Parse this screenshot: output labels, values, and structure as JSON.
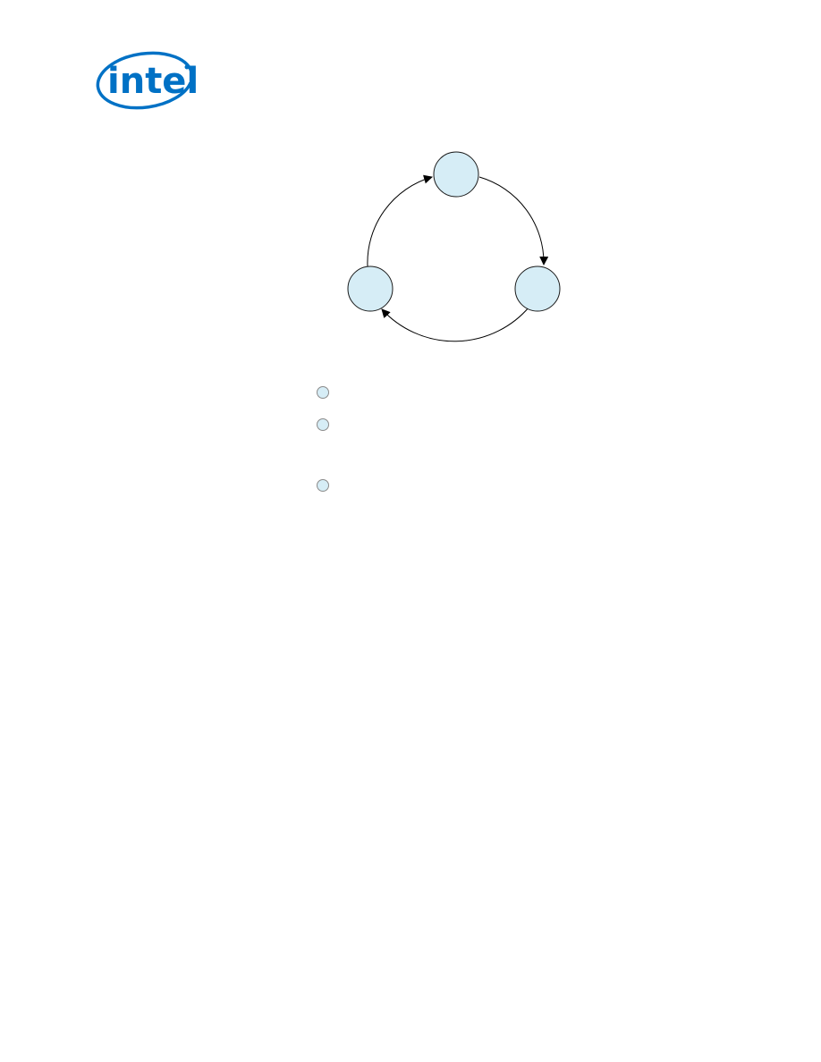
{
  "brand": {
    "name": "intel",
    "color": "#0071c5"
  },
  "diagram": {
    "node_fill": "#d6edf6",
    "node_stroke": "#1a1a1a",
    "edge_color": "#000000",
    "nodes": [
      {
        "id": "top",
        "label": ""
      },
      {
        "id": "right",
        "label": ""
      },
      {
        "id": "left",
        "label": ""
      }
    ],
    "edges": [
      {
        "from": "left",
        "to": "top"
      },
      {
        "from": "top",
        "to": "right"
      },
      {
        "from": "right",
        "to": "left"
      }
    ]
  },
  "legend": {
    "items": [
      {
        "label": ""
      },
      {
        "label": ""
      },
      {
        "label": ""
      }
    ]
  }
}
